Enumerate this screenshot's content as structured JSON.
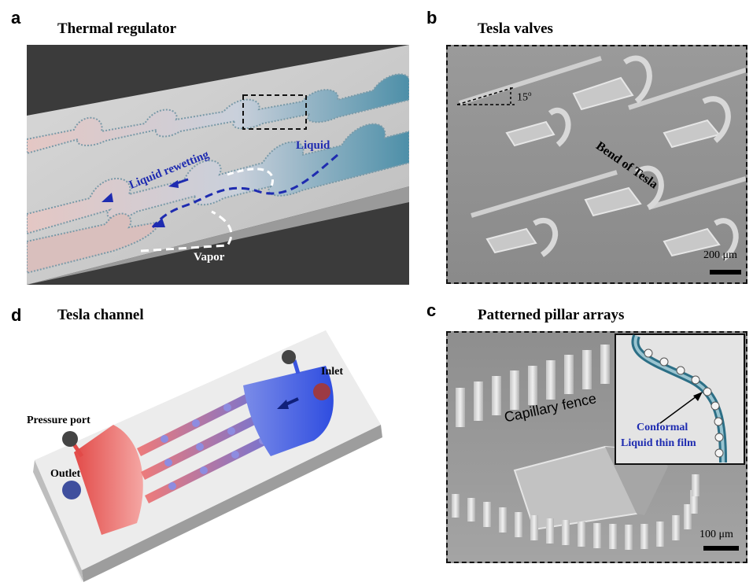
{
  "panels": {
    "a": {
      "label": "a",
      "title": "Thermal regulator",
      "liquid_rewetting": "Liquid rewetting",
      "liquid": "Liquid",
      "vapor": "Vapor"
    },
    "b": {
      "label": "b",
      "title": "Tesla valves",
      "angle": "15",
      "angle_unit": "o",
      "bend": "Bend of Tesla",
      "scale": "200 μm"
    },
    "c": {
      "label": "c",
      "title": "Patterned pillar arrays",
      "capillary_fence": "Capillary fence",
      "inset_line1": "Conformal",
      "inset_line2": "Liquid thin film",
      "scale": "100 μm"
    },
    "d": {
      "label": "d",
      "title": "Tesla channel",
      "pressure_port": "Pressure port",
      "outlet": "Outlet",
      "inlet": "Inlet"
    }
  },
  "colors": {
    "liquid_blue": "#1e2bb0",
    "vapor_red": "#e8605e",
    "inlet_blue": "#3b55e0"
  }
}
